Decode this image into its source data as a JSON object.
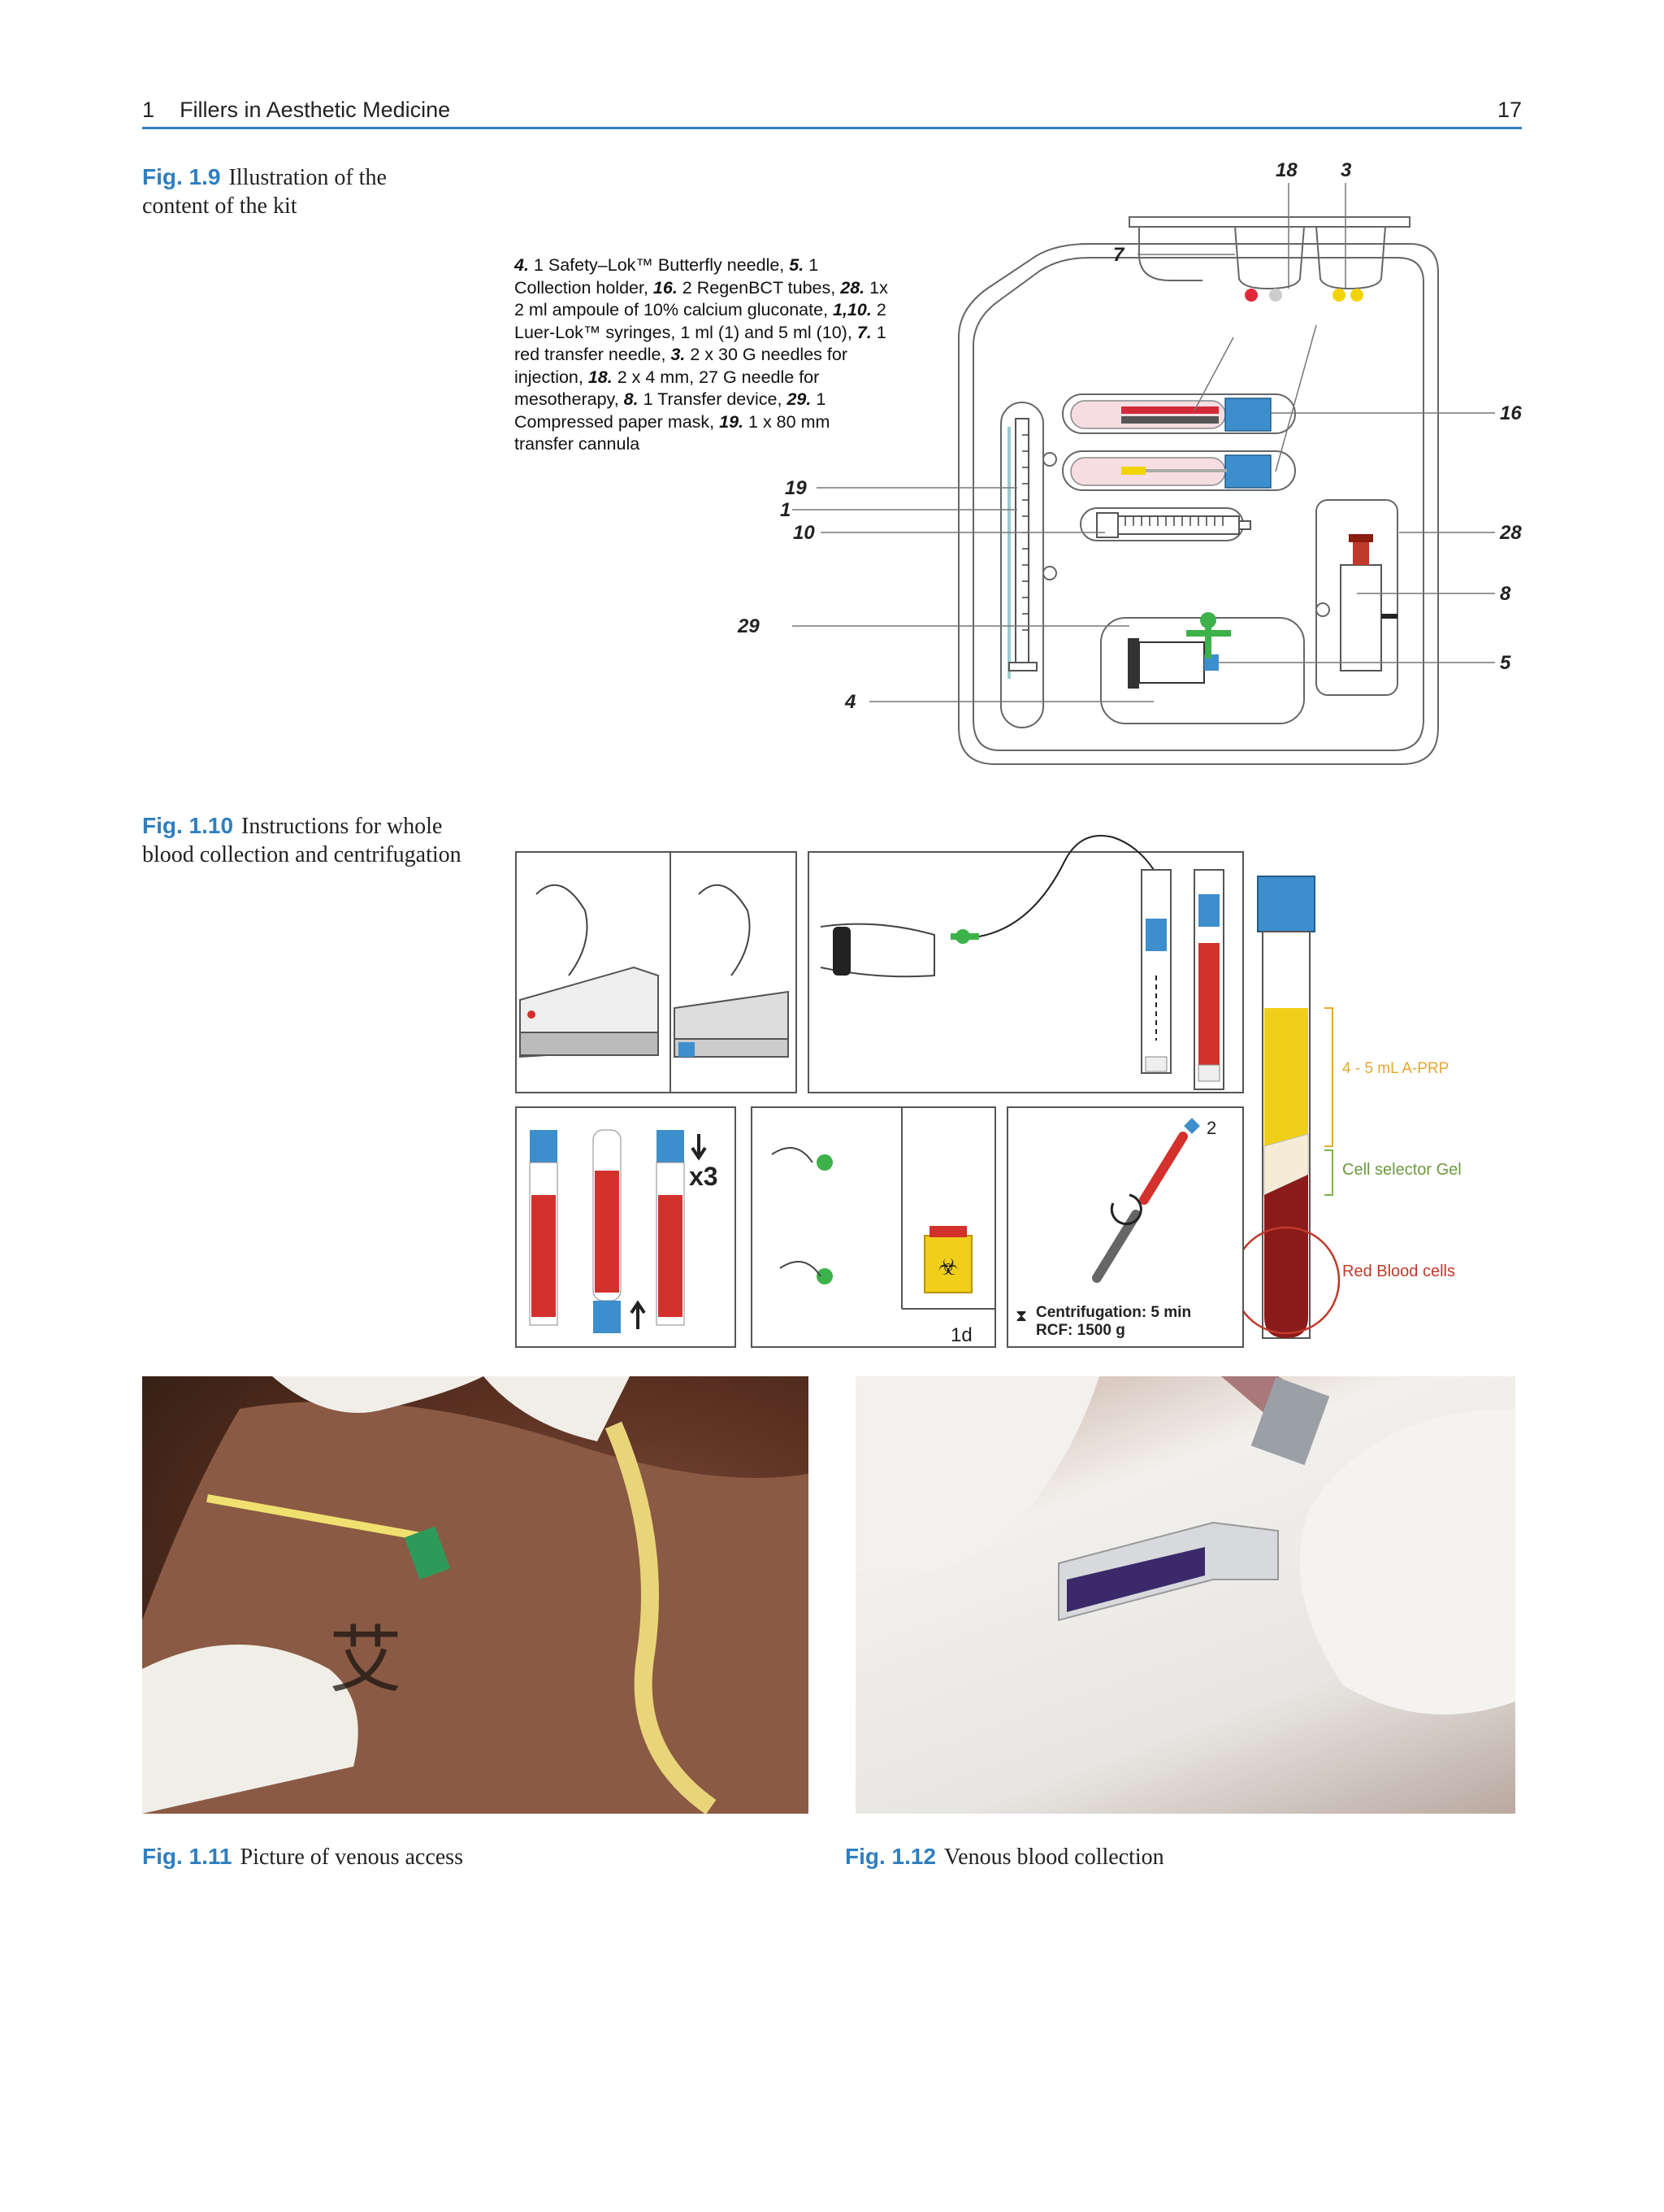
{
  "header": {
    "chapter": "1",
    "title": "Fillers in Aesthetic Medicine",
    "page_number": "17"
  },
  "fig_1_9": {
    "label": "Fig. 1.9",
    "caption": "Illustration of the content of the kit",
    "description": [
      {
        "num": "4.",
        "text": "1 Safety–Lok™ Butterfly needle,"
      },
      {
        "num": "5.",
        "text": "1 Collection holder,"
      },
      {
        "num": "16.",
        "text": "2 RegenBCT tubes,"
      },
      {
        "num": "28.",
        "text": "1x 2 ml ampoule of 10% calcium gluconate,"
      },
      {
        "num": "1,10.",
        "text": "2 Luer-Lok™ syringes, 1 ml (1) and 5 ml (10),"
      },
      {
        "num": "7.",
        "text": "1 red transfer needle,"
      },
      {
        "num": "3.",
        "text": "2 x 30 G needles for injection,"
      },
      {
        "num": "18.",
        "text": "2 x 4 mm, 27 G needle for mesotherapy,"
      },
      {
        "num": "8.",
        "text": "1 Transfer device,"
      },
      {
        "num": "29.",
        "text": "1 Compressed paper mask,"
      },
      {
        "num": "19.",
        "text": "1 x 80 mm transfer cannula"
      }
    ],
    "callouts": {
      "c18": "18",
      "c3": "3",
      "c7": "7",
      "c16": "16",
      "c19": "19",
      "c1": "1",
      "c10": "10",
      "c28": "28",
      "c8": "8",
      "c29": "29",
      "c5": "5",
      "c4": "4"
    }
  },
  "fig_1_10": {
    "label": "Fig. 1.10",
    "caption": "Instructions for whole blood collection and centrifugation",
    "x3": "x3",
    "one_day": "1d",
    "step_num": "2",
    "centrifugation": "Centrifugation: 5 min",
    "rcf": "RCF: 1500 g",
    "tube_labels": {
      "prp": "4 - 5 mL A-PRP",
      "gel": "Cell selector Gel",
      "rbc": "Red Blood cells"
    }
  },
  "fig_1_11": {
    "label": "Fig. 1.11",
    "caption": "Picture of venous access"
  },
  "fig_1_12": {
    "label": "Fig. 1.12",
    "caption": "Venous blood collection"
  },
  "colors": {
    "accent": "#2f7fc0",
    "tube_blue": "#3d8ecd",
    "blood_red": "#d3312c",
    "prp_yellow": "#f0cf1a",
    "needle_green": "#3db24a",
    "label_orange": "#e3a832",
    "label_red": "#c0392b"
  }
}
